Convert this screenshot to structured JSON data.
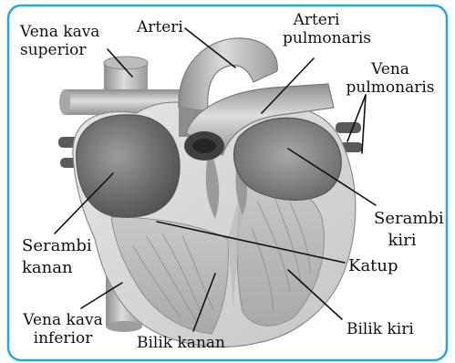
{
  "colors": {
    "frame": "#29a6d8",
    "ink": "#111111",
    "tissue_light": "#d9d9d9",
    "tissue_mid": "#b4b4b4",
    "tissue_dark": "#6f6f6f"
  },
  "labels": {
    "vena_kava_superior": [
      "Vena kava",
      "superior"
    ],
    "arteri": "Arteri",
    "arteri_pulmonaris": [
      "Arteri",
      "pulmonaris"
    ],
    "vena_pulmonaris": [
      "Vena",
      "pulmonaris"
    ],
    "serambi_kanan": [
      "Serambi",
      "kanan"
    ],
    "serambi_kiri": [
      "Serambi",
      "kiri"
    ],
    "katup": "Katup",
    "vena_kava_inferior": [
      "Vena kava",
      "inferior"
    ],
    "bilik_kanan": "Bilik kanan",
    "bilik_kiri": "Bilik kiri"
  }
}
